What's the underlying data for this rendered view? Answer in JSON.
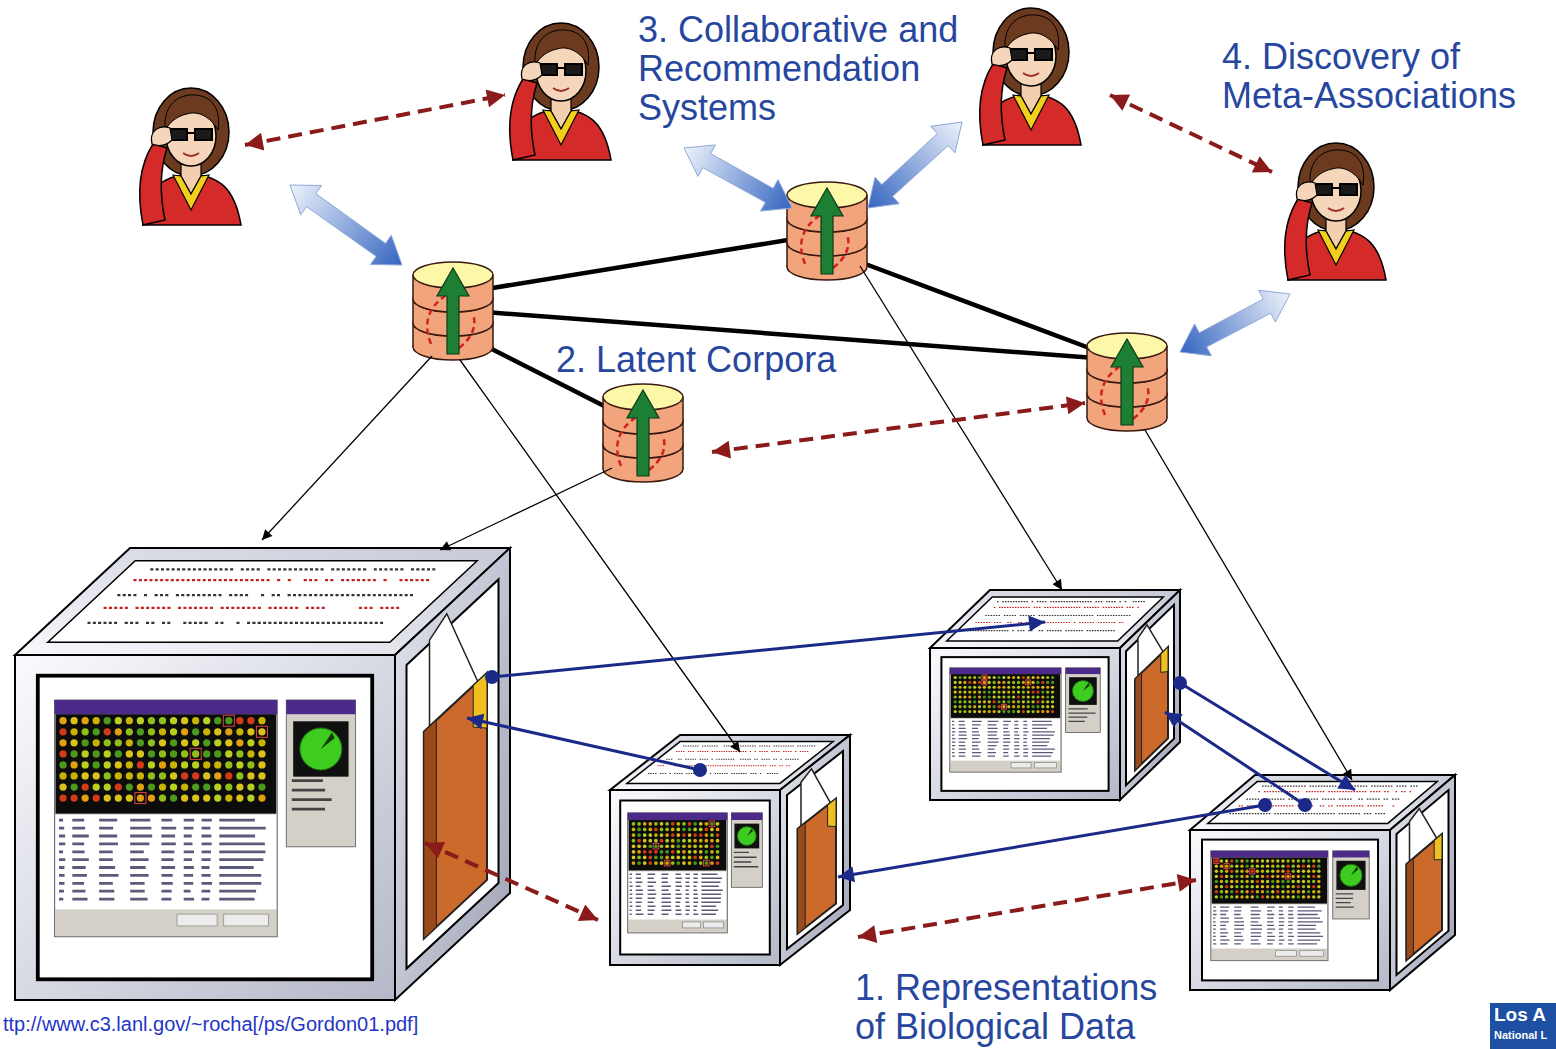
{
  "diagram": {
    "labels": [
      "3. Collaborative and Recommendation Systems",
      "4. Discovery of Meta-Associations",
      "2. Latent Corpora",
      "1. Representations of Biological Data",
      "ttp://www.c3.lanl.gov/~rocha[/ps/Gordon01.pdf]",
      "Los A",
      "National L"
    ]
  }
}
